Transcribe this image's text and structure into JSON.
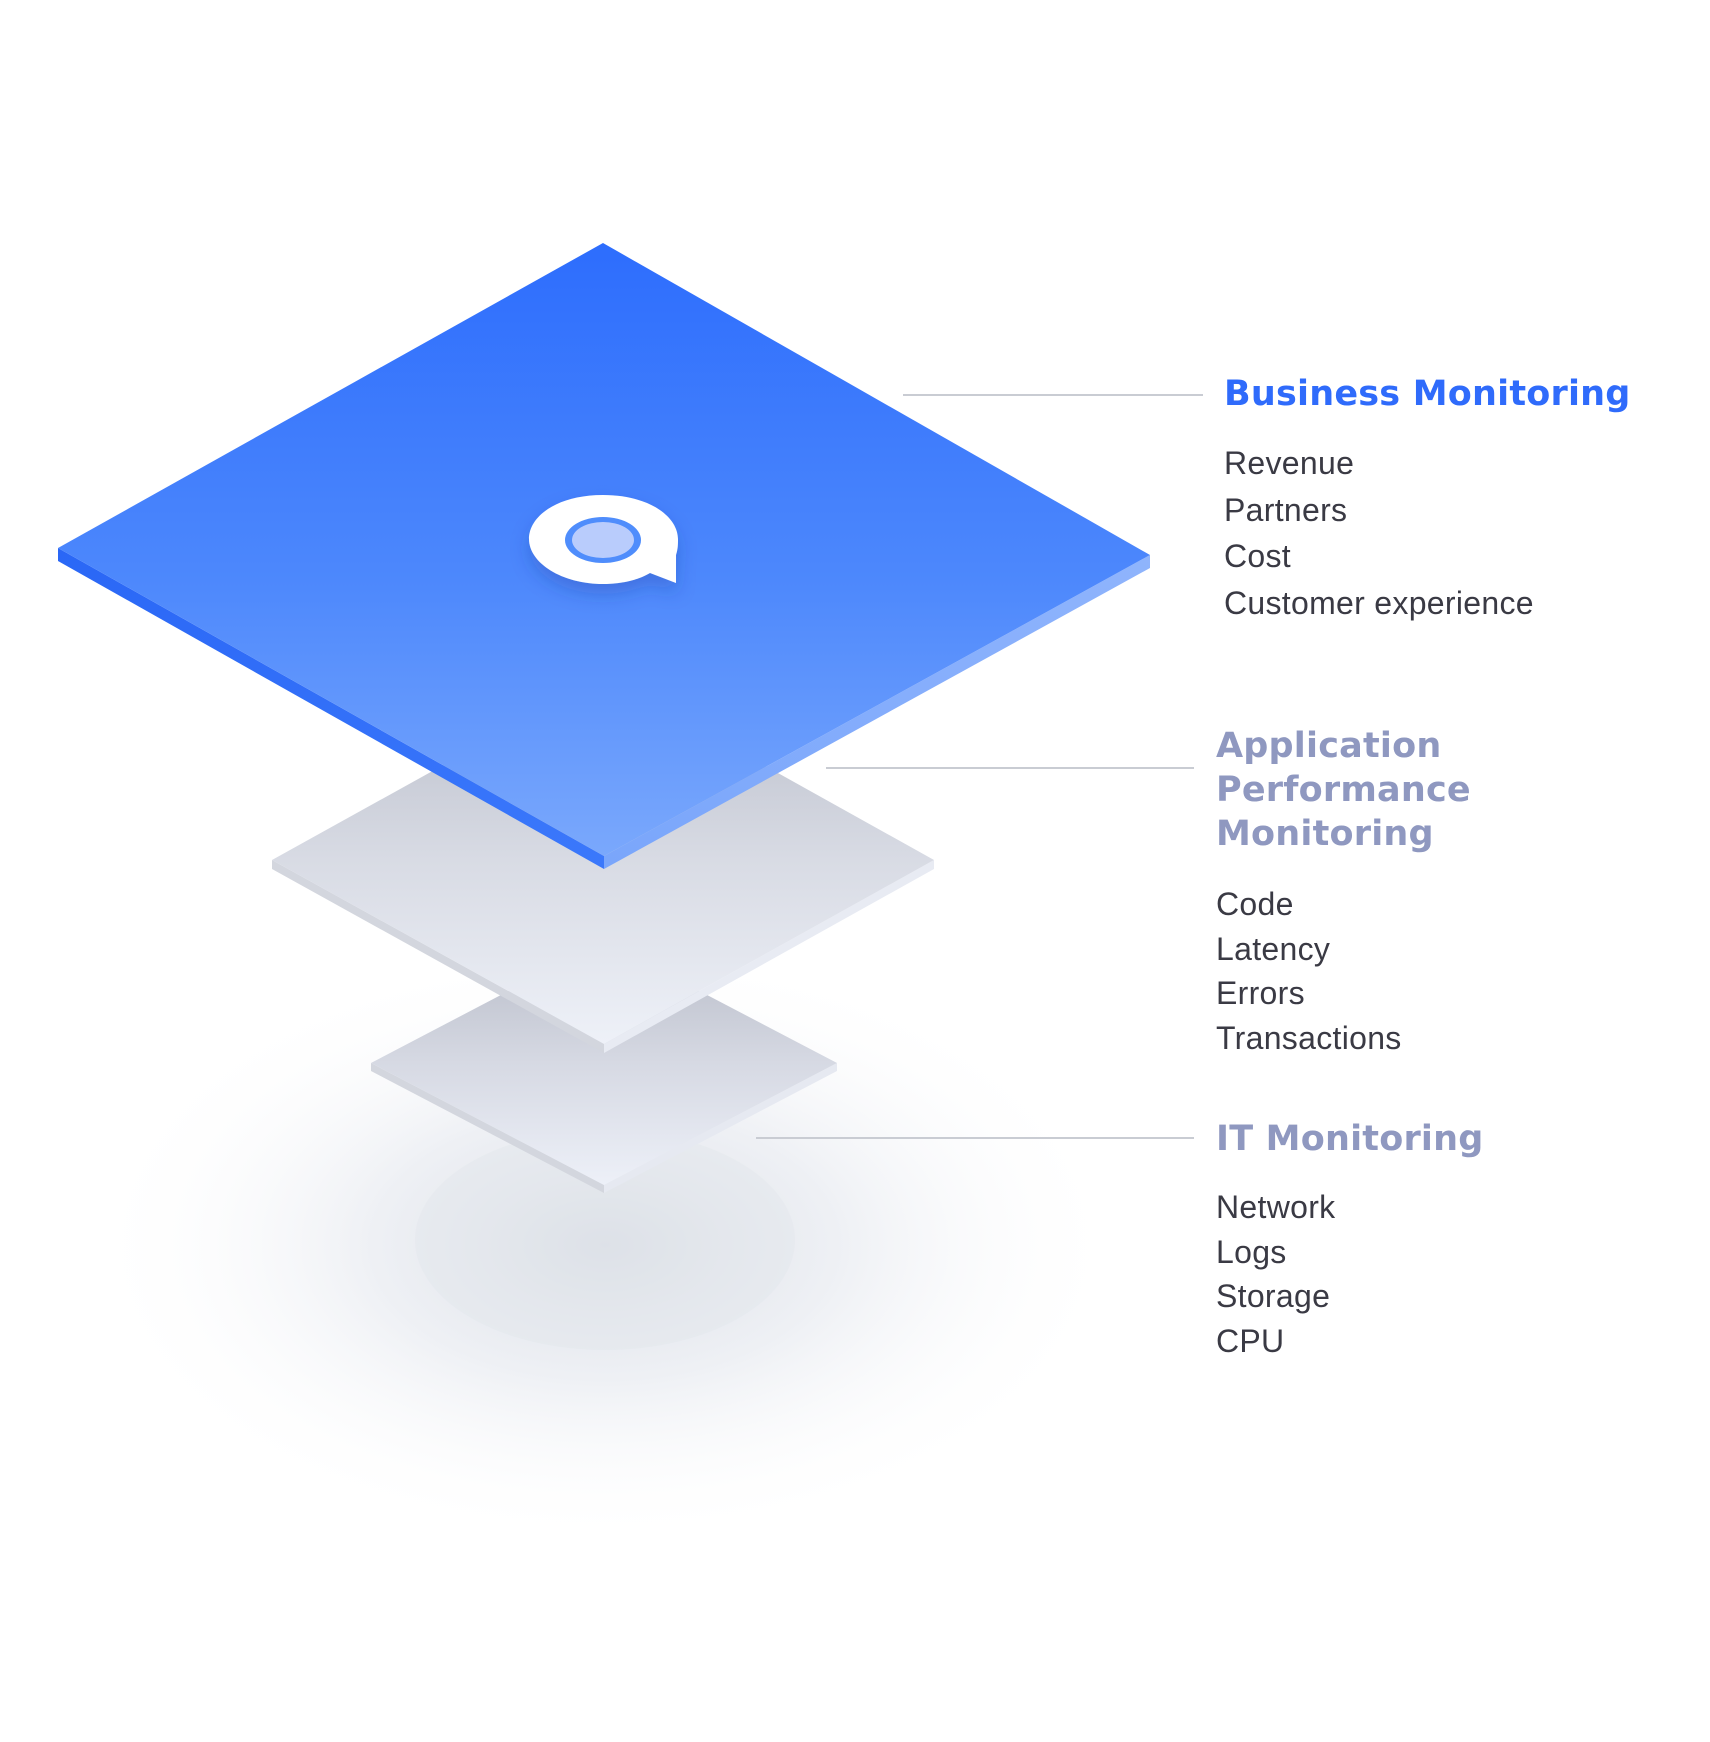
{
  "colors": {
    "accent": "#2f6bfb",
    "muted_heading": "#8f98c0",
    "item_text": "#3a3a44",
    "connector": "#c9ccd3"
  },
  "logo_icon": "speech-bubble-icon",
  "sections": [
    {
      "id": "business",
      "heading": "Business Monitoring",
      "items": [
        "Revenue",
        "Partners",
        "Cost",
        "Customer experience"
      ]
    },
    {
      "id": "apm",
      "heading": "Application Performance Monitoring",
      "items": [
        "Code",
        "Latency",
        "Errors",
        "Transactions"
      ]
    },
    {
      "id": "it",
      "heading": "IT Monitoring",
      "items": [
        "Network",
        "Logs",
        "Storage",
        "CPU"
      ]
    }
  ]
}
